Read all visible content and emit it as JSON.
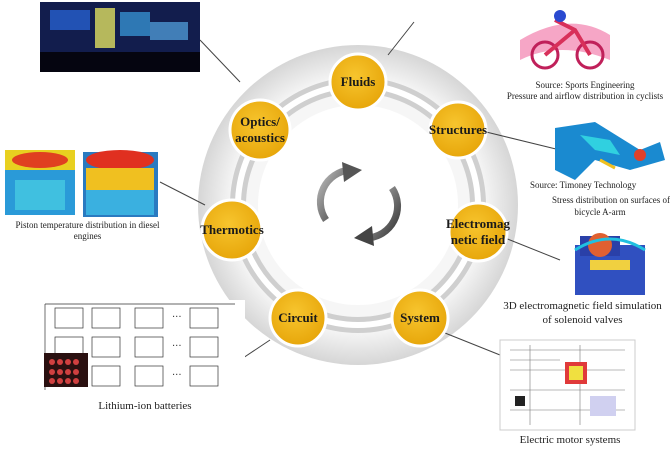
{
  "nodes": {
    "fluids": "Fluids",
    "structures": "Structures",
    "electro_line1": "Electromag",
    "electro_line2": "netic field",
    "system": "System",
    "circuit": "Circuit",
    "thermotics": "Thermotics",
    "optics_line1": "Optics/",
    "optics_line2": "acoustics"
  },
  "captions": {
    "cyclist_source": "Source: Sports Engineering",
    "cyclist_desc": "Pressure and airflow distribution in cyclists",
    "arm_source": "Source: Timoney Technology",
    "arm_desc_line1": "Stress distribution on surfaces of",
    "arm_desc_line2": "bicycle A-arm",
    "solenoid_line1": "3D electromagnetic field simulation",
    "solenoid_line2": "of solenoid valves",
    "motor": "Electric motor systems",
    "battery": "Lithium-ion batteries",
    "piston_line1": "Piston temperature distribution in diesel",
    "piston_line2": "engines"
  },
  "colors": {
    "node_fill": "#f0b412",
    "ring": "#d9d9d9",
    "arrow": "#555555"
  }
}
